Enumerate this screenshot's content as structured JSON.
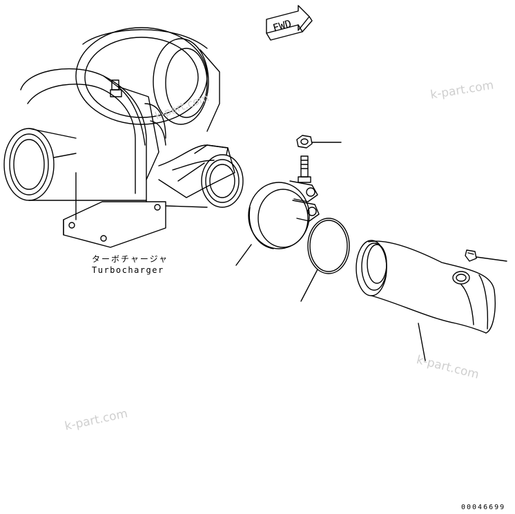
{
  "direction_marker": {
    "text": "FWD"
  },
  "labels": {
    "turbo_jp": "ターボチャージャ",
    "turbo_en": "Turbocharger",
    "drawing_code": "00046699"
  },
  "watermarks": [
    "k-part.com",
    "k-part.com",
    "k-part.com",
    "k-part.com"
  ],
  "colors": {
    "line": "#000000",
    "watermark": "#cfcfcf",
    "background": "#ffffff"
  }
}
